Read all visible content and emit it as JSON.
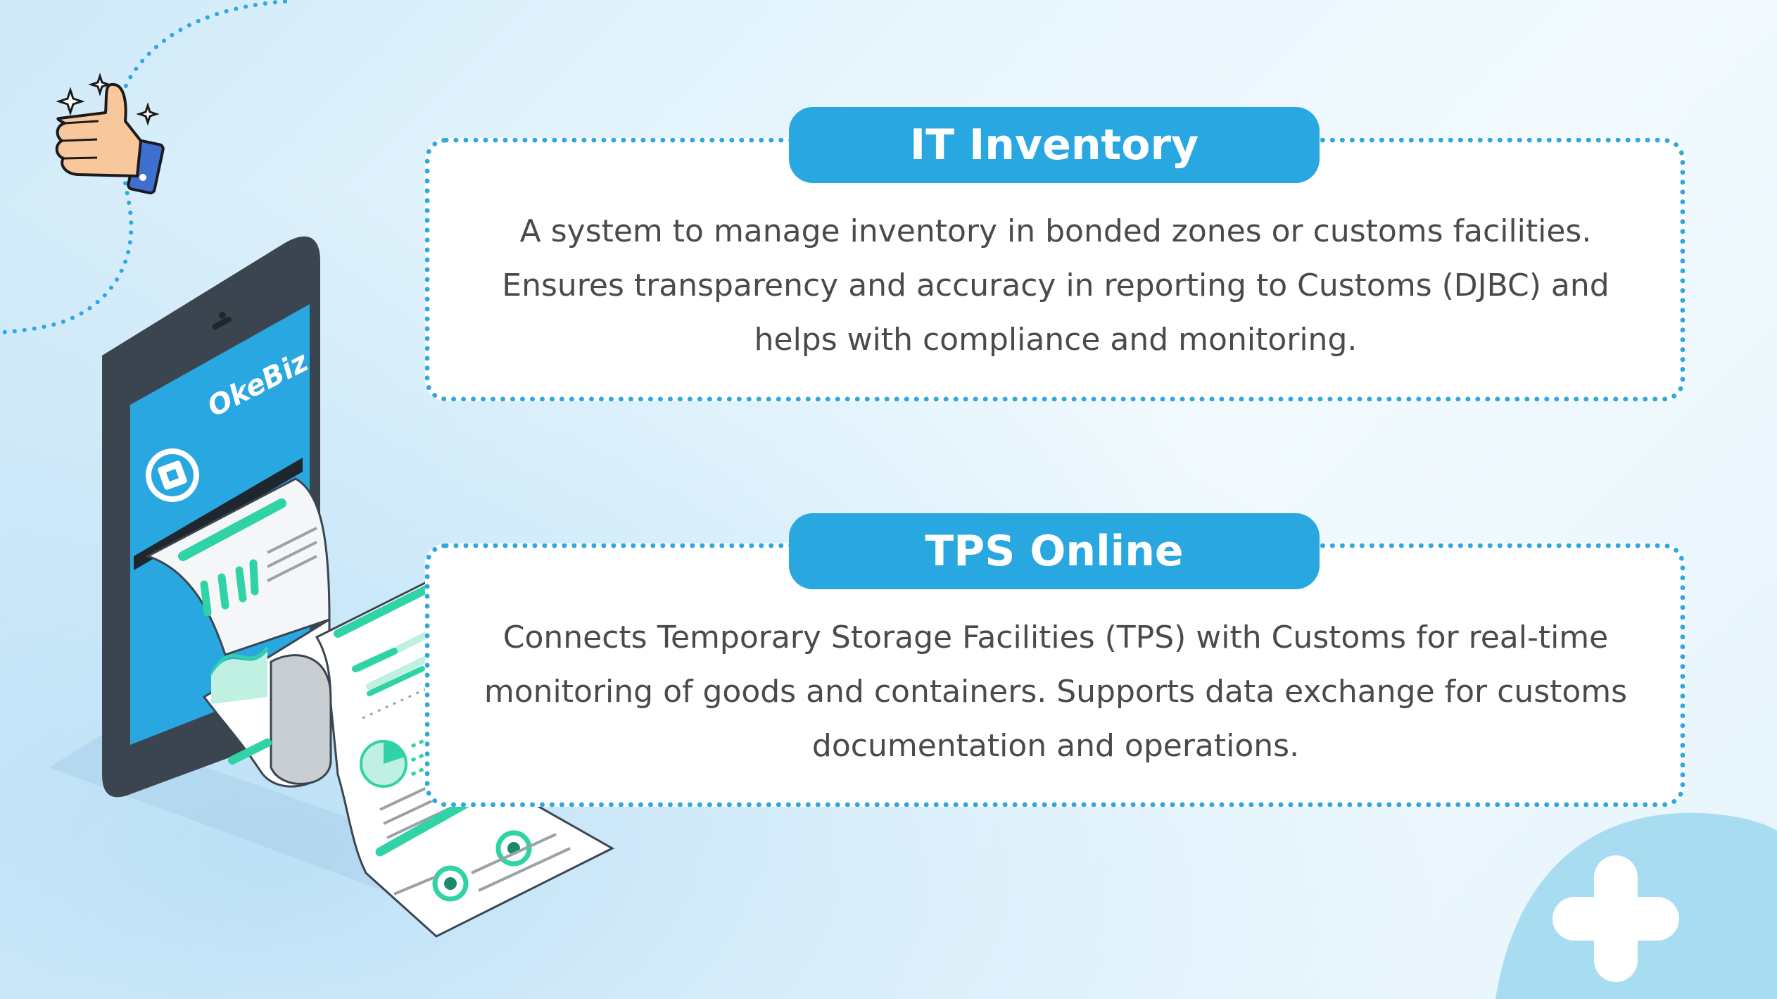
{
  "sections": [
    {
      "title": "IT Inventory",
      "description": "A system to manage inventory in bonded zones or customs facilities. Ensures transparency and accuracy in reporting to Customs (DJBC) and helps with compliance and monitoring."
    },
    {
      "title": "TPS Online",
      "description": "Connects Temporary Storage Facilities (TPS) with Customs for real-time monitoring of goods and containers. Supports data exchange for customs documentation and operations."
    }
  ],
  "illustration": {
    "brand": "OkeBiz"
  },
  "colors": {
    "accent": "#29a7e1",
    "dots": "#2ea8e0",
    "text": "#4a4a4a",
    "paper_green": "#2fd3a6",
    "phone_dark": "#3a4550"
  },
  "icons": [
    "thumbs-up-icon",
    "sparkle-icon",
    "puzzle-logo-icon",
    "plus-icon"
  ]
}
